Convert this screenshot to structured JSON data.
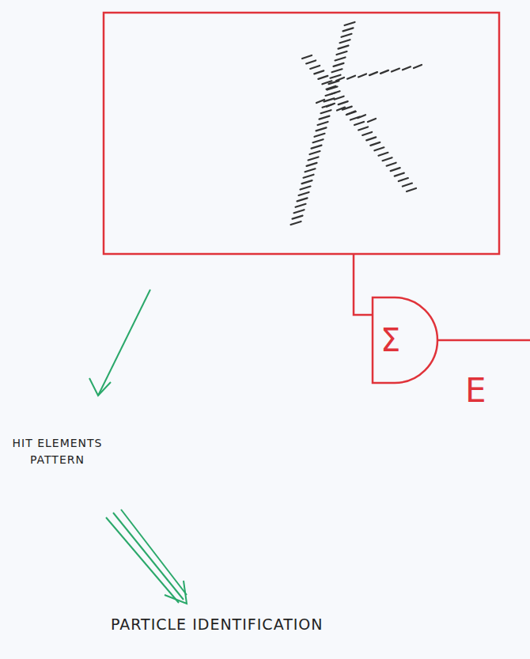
{
  "diagram": {
    "nodes": [
      {
        "text": [
          "Σ"
        ]
      }
    ],
    "labels": [
      "E",
      "HIT ELEMENTS PATTERN",
      "PARTICLE IDENTIFICATION"
    ]
  }
}
